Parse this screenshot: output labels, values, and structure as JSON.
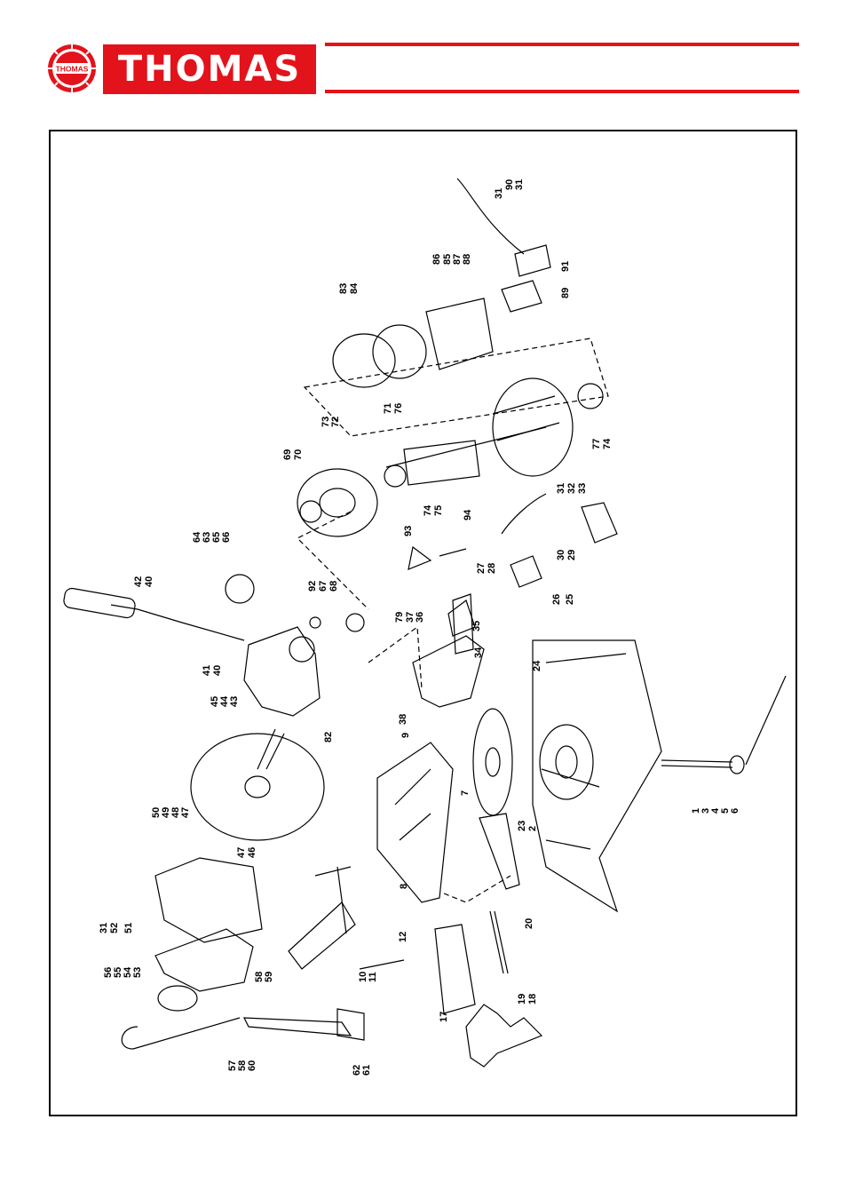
{
  "brand": {
    "name": "THOMAS",
    "seal_text": "THOMAS",
    "color": "#e3131b"
  },
  "callouts": [
    {
      "id": "31",
      "label": "31"
    },
    {
      "id": "90",
      "label": "90"
    },
    {
      "id": "31b",
      "label": "31"
    },
    {
      "id": "91",
      "label": "91"
    },
    {
      "id": "86",
      "label": "86"
    },
    {
      "id": "85",
      "label": "85"
    },
    {
      "id": "87",
      "label": "87"
    },
    {
      "id": "88",
      "label": "88"
    },
    {
      "id": "89",
      "label": "89"
    },
    {
      "id": "83",
      "label": "83"
    },
    {
      "id": "84",
      "label": "84"
    },
    {
      "id": "71",
      "label": "71"
    },
    {
      "id": "76",
      "label": "76"
    },
    {
      "id": "73",
      "label": "73"
    },
    {
      "id": "72",
      "label": "72"
    },
    {
      "id": "69",
      "label": "69"
    },
    {
      "id": "70",
      "label": "70"
    },
    {
      "id": "74a",
      "label": "74"
    },
    {
      "id": "75",
      "label": "75"
    },
    {
      "id": "77",
      "label": "77"
    },
    {
      "id": "74b",
      "label": "74"
    },
    {
      "id": "93",
      "label": "93"
    },
    {
      "id": "94",
      "label": "94"
    },
    {
      "id": "31c",
      "label": "31"
    },
    {
      "id": "32",
      "label": "32"
    },
    {
      "id": "33",
      "label": "33"
    },
    {
      "id": "64",
      "label": "64"
    },
    {
      "id": "63",
      "label": "63"
    },
    {
      "id": "65",
      "label": "65"
    },
    {
      "id": "66",
      "label": "66"
    },
    {
      "id": "42",
      "label": "42"
    },
    {
      "id": "40a",
      "label": "40"
    },
    {
      "id": "92",
      "label": "92"
    },
    {
      "id": "67",
      "label": "67"
    },
    {
      "id": "68",
      "label": "68"
    },
    {
      "id": "79",
      "label": "79"
    },
    {
      "id": "37",
      "label": "37"
    },
    {
      "id": "36",
      "label": "36"
    },
    {
      "id": "35",
      "label": "35"
    },
    {
      "id": "34",
      "label": "34"
    },
    {
      "id": "27",
      "label": "27"
    },
    {
      "id": "28",
      "label": "28"
    },
    {
      "id": "30",
      "label": "30"
    },
    {
      "id": "29",
      "label": "29"
    },
    {
      "id": "26",
      "label": "26"
    },
    {
      "id": "25",
      "label": "25"
    },
    {
      "id": "24",
      "label": "24"
    },
    {
      "id": "41",
      "label": "41"
    },
    {
      "id": "40b",
      "label": "40"
    },
    {
      "id": "45",
      "label": "45"
    },
    {
      "id": "44",
      "label": "44"
    },
    {
      "id": "43",
      "label": "43"
    },
    {
      "id": "82",
      "label": "82"
    },
    {
      "id": "38",
      "label": "38"
    },
    {
      "id": "9",
      "label": "9"
    },
    {
      "id": "7",
      "label": "7"
    },
    {
      "id": "23",
      "label": "23"
    },
    {
      "id": "2",
      "label": "2"
    },
    {
      "id": "1",
      "label": "1"
    },
    {
      "id": "3",
      "label": "3"
    },
    {
      "id": "4",
      "label": "4"
    },
    {
      "id": "5",
      "label": "5"
    },
    {
      "id": "6",
      "label": "6"
    },
    {
      "id": "50",
      "label": "50"
    },
    {
      "id": "49",
      "label": "49"
    },
    {
      "id": "48",
      "label": "48"
    },
    {
      "id": "47a",
      "label": "47"
    },
    {
      "id": "47b",
      "label": "47"
    },
    {
      "id": "46",
      "label": "46"
    },
    {
      "id": "8",
      "label": "8"
    },
    {
      "id": "20",
      "label": "20"
    },
    {
      "id": "12",
      "label": "12"
    },
    {
      "id": "10",
      "label": "10"
    },
    {
      "id": "11",
      "label": "11"
    },
    {
      "id": "31d",
      "label": "31"
    },
    {
      "id": "52",
      "label": "52"
    },
    {
      "id": "51",
      "label": "51"
    },
    {
      "id": "56",
      "label": "56"
    },
    {
      "id": "55",
      "label": "55"
    },
    {
      "id": "54",
      "label": "54"
    },
    {
      "id": "53",
      "label": "53"
    },
    {
      "id": "58a",
      "label": "58"
    },
    {
      "id": "59",
      "label": "59"
    },
    {
      "id": "57",
      "label": "57"
    },
    {
      "id": "58b",
      "label": "58"
    },
    {
      "id": "60",
      "label": "60"
    },
    {
      "id": "62",
      "label": "62"
    },
    {
      "id": "61",
      "label": "61"
    },
    {
      "id": "17",
      "label": "17"
    },
    {
      "id": "19",
      "label": "19"
    },
    {
      "id": "18",
      "label": "18"
    }
  ]
}
